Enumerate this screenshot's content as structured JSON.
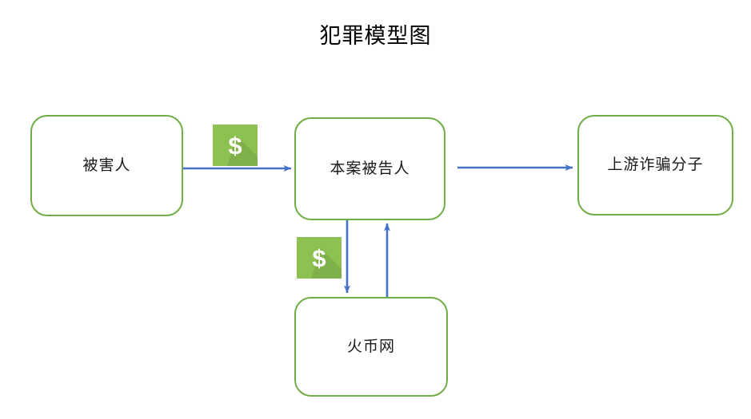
{
  "title": "犯罪模型图",
  "colors": {
    "node_border": "#70AD47",
    "node_fill": "#FFFFFF",
    "arrow": "#4472C4",
    "money_icon_bg": "#8DC152",
    "money_icon_shadow": "#7FB04A",
    "money_glyph": "#FFFFFF",
    "text": "#1A1A1A",
    "background": "#FFFFFF"
  },
  "nodes": [
    {
      "id": "victim",
      "label": "被害人"
    },
    {
      "id": "defendant",
      "label": "本案被告人"
    },
    {
      "id": "fraudster",
      "label": "上游诈骗分子"
    },
    {
      "id": "exchange",
      "label": "火币网"
    }
  ],
  "edges": [
    {
      "id": "victim-to-defendant",
      "from": "victim",
      "to": "defendant",
      "direction": "right",
      "style": "solid-arrow"
    },
    {
      "id": "defendant-to-fraudster",
      "from": "defendant",
      "to": "fraudster",
      "direction": "right",
      "style": "solid-arrow"
    },
    {
      "id": "defendant-to-exchange",
      "from": "defendant",
      "to": "exchange",
      "direction": "down",
      "style": "solid-arrow"
    },
    {
      "id": "exchange-to-defendant",
      "from": "exchange",
      "to": "defendant",
      "direction": "up",
      "style": "solid-arrow"
    }
  ],
  "icons": [
    {
      "id": "money-icon-1",
      "name": "dollar-money-icon",
      "glyph": "$",
      "on_edge": "victim-to-defendant"
    },
    {
      "id": "money-icon-2",
      "name": "dollar-money-icon",
      "glyph": "$",
      "on_edge": "defendant-to-exchange"
    }
  ],
  "chart_data": {
    "type": "diagram",
    "title": "犯罪模型图",
    "nodes": [
      "被害人",
      "本案被告人",
      "上游诈骗分子",
      "火币网"
    ],
    "links": [
      {
        "source": "被害人",
        "target": "本案被告人",
        "label": "$"
      },
      {
        "source": "本案被告人",
        "target": "上游诈骗分子",
        "label": ""
      },
      {
        "source": "本案被告人",
        "target": "火币网",
        "label": "$"
      },
      {
        "source": "火币网",
        "target": "本案被告人",
        "label": ""
      }
    ]
  }
}
